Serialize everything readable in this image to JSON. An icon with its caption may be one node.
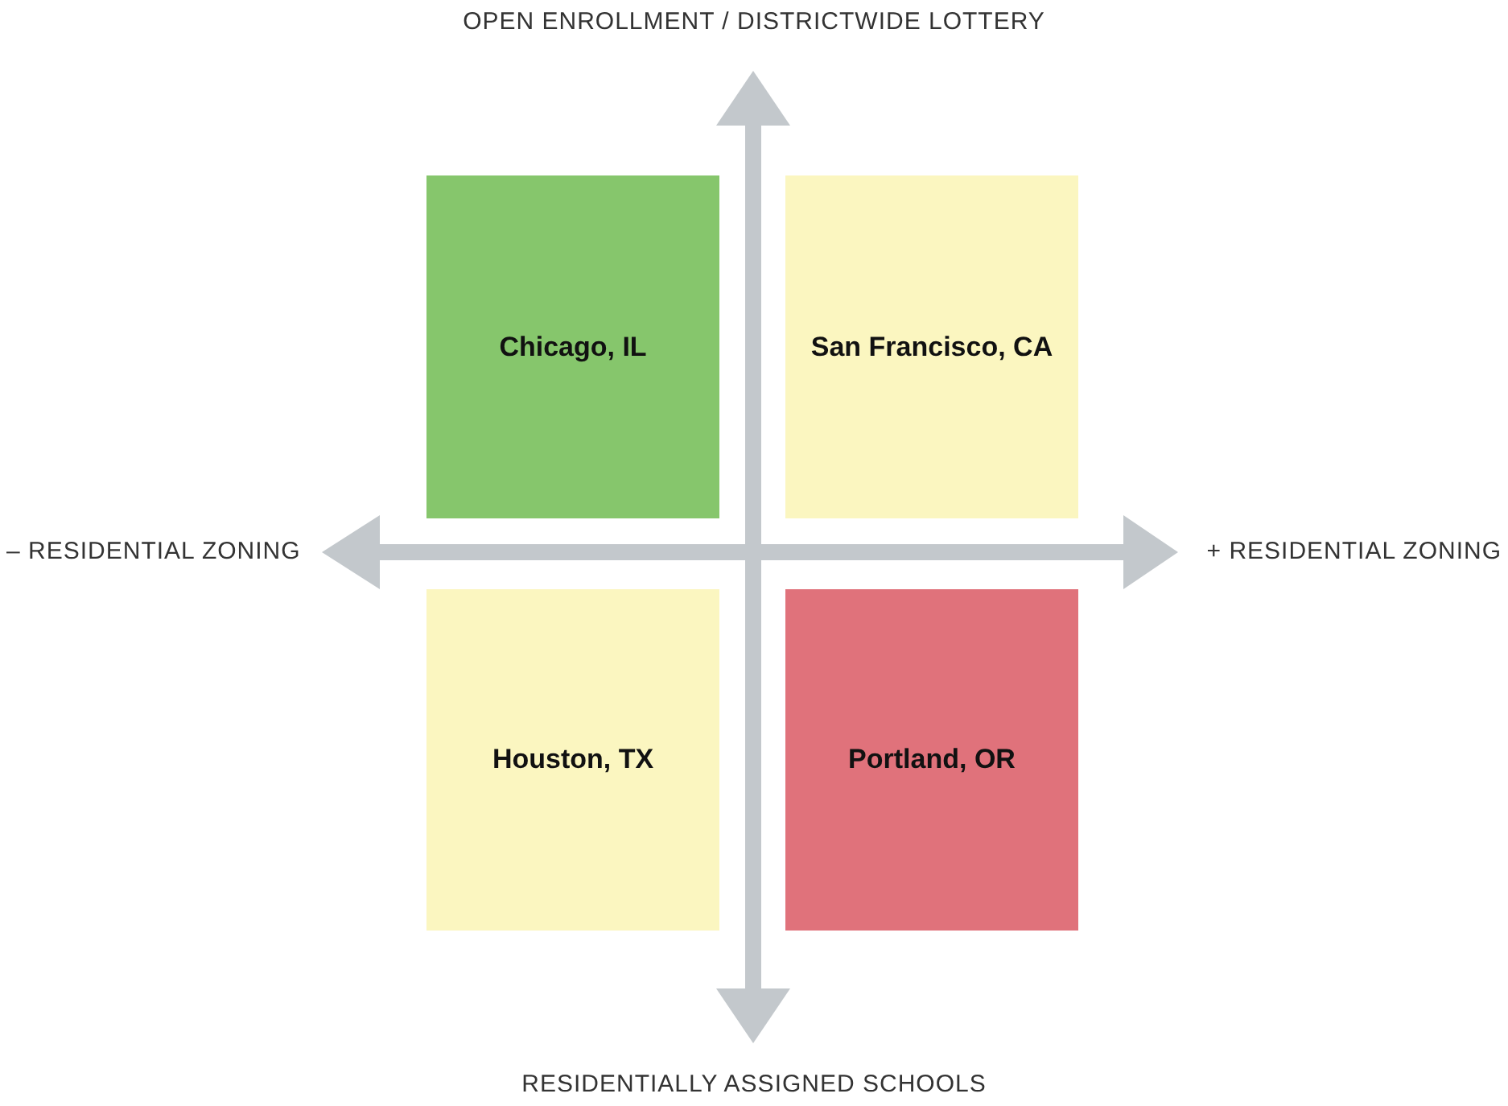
{
  "diagram": {
    "nodes": [
      {
        "text": [
          "Chicago, IL"
        ]
      },
      {
        "text": [
          "San Francisco, CA"
        ]
      },
      {
        "text": [
          "Houston, TX"
        ]
      },
      {
        "text": [
          "Portland, OR"
        ]
      }
    ],
    "labels": [
      "OPEN ENROLLMENT / DISTRICTWIDE LOTTERY",
      "– RESIDENTIAL ZONING",
      "+ RESIDENTIAL ZONING",
      "RESIDENTIALLY ASSIGNED SCHOOLS"
    ]
  }
}
